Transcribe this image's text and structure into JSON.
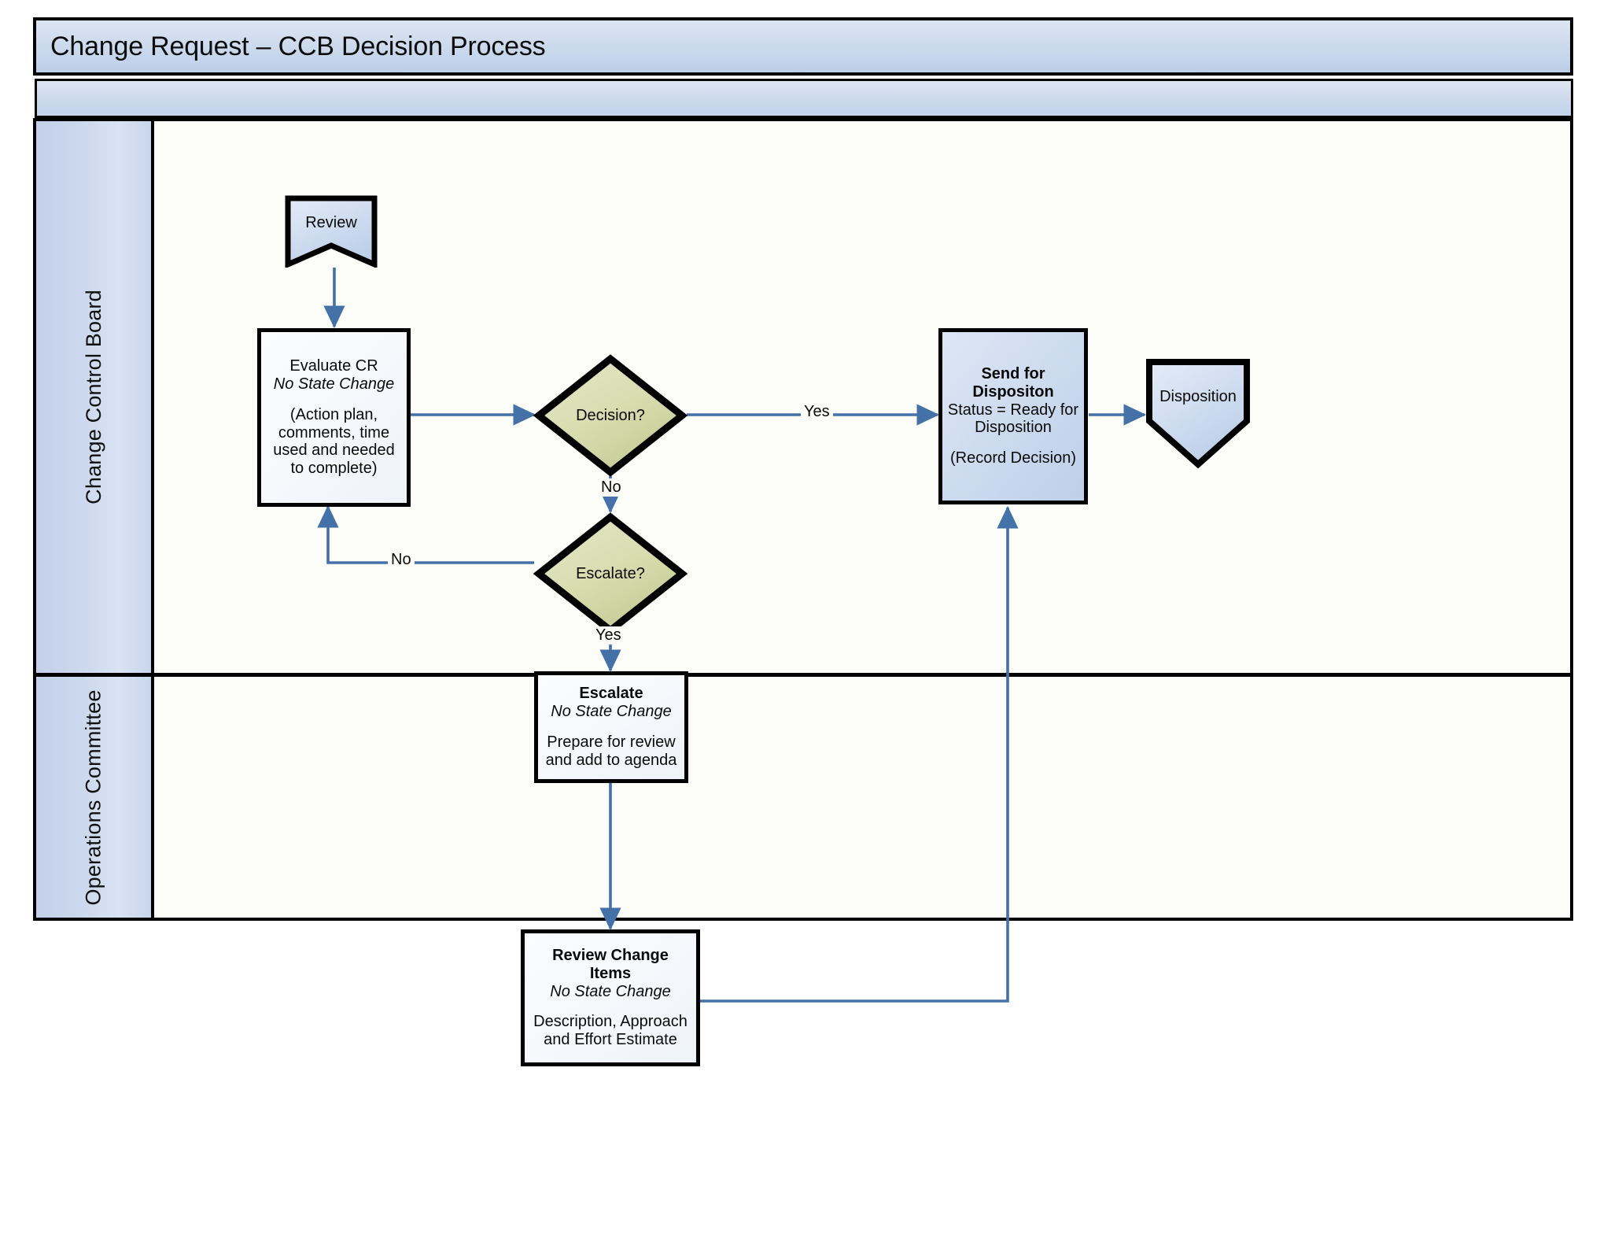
{
  "diagram": {
    "title": "Change Request – CCB Decision Process",
    "subheader": "",
    "accent_color": "#4472a8",
    "decision_fill": "#d9dfb4",
    "process_fill": "#f7f9fc",
    "shaded_fill": "#c9d8ee",
    "lane_header_fill": "#cbd7ec",
    "border_color": "#000000"
  },
  "lanes": [
    {
      "id": "lane-change-control-board",
      "label": "Change Control Board"
    },
    {
      "id": "lane-operations-committee",
      "label": "Operations Committee"
    }
  ],
  "nodes": {
    "review_start": {
      "type": "banner",
      "label": "Review"
    },
    "evaluate_cr": {
      "type": "process",
      "lines": [
        {
          "text": "Evaluate CR",
          "style": "normal"
        },
        {
          "text": "No State Change",
          "style": "italic"
        },
        {
          "text": "",
          "style": "gap"
        },
        {
          "text": "(Action plan,",
          "style": "normal"
        },
        {
          "text": "comments, time",
          "style": "normal"
        },
        {
          "text": "used and needed",
          "style": "normal"
        },
        {
          "text": "to complete)",
          "style": "normal"
        }
      ]
    },
    "decision": {
      "type": "diamond",
      "label": "Decision?"
    },
    "escalate_decision": {
      "type": "diamond",
      "label": "Escalate?"
    },
    "escalate_task": {
      "type": "process",
      "lines": [
        {
          "text": "Escalate",
          "style": "bold"
        },
        {
          "text": "No State Change",
          "style": "italic"
        },
        {
          "text": "",
          "style": "gap"
        },
        {
          "text": "Prepare for review",
          "style": "normal"
        },
        {
          "text": "and add to agenda",
          "style": "normal"
        }
      ]
    },
    "send_for_disposition": {
      "type": "process-shaded",
      "lines": [
        {
          "text": "Send for",
          "style": "bold"
        },
        {
          "text": "Dispositon",
          "style": "bold"
        },
        {
          "text": "Status = Ready for",
          "style": "normal"
        },
        {
          "text": "Disposition",
          "style": "normal"
        },
        {
          "text": "",
          "style": "gap"
        },
        {
          "text": "(Record Decision)",
          "style": "normal"
        }
      ]
    },
    "disposition_end": {
      "type": "pentagon",
      "label": "Disposition"
    },
    "review_change_items": {
      "type": "process",
      "lines": [
        {
          "text": "Review Change",
          "style": "bold"
        },
        {
          "text": "Items",
          "style": "bold"
        },
        {
          "text": "No State Change",
          "style": "italic"
        },
        {
          "text": "",
          "style": "gap"
        },
        {
          "text": "Description, Approach",
          "style": "normal"
        },
        {
          "text": "and Effort Estimate",
          "style": "normal"
        }
      ]
    }
  },
  "edge_labels": {
    "decision_yes": "Yes",
    "decision_no": "No",
    "escalate_no": "No",
    "escalate_yes": "Yes"
  },
  "edges": [
    {
      "from": "review_start",
      "to": "evaluate_cr",
      "label": ""
    },
    {
      "from": "evaluate_cr",
      "to": "decision",
      "label": ""
    },
    {
      "from": "decision",
      "to": "send_for_disposition",
      "label": "Yes"
    },
    {
      "from": "decision",
      "to": "escalate_decision",
      "label": "No"
    },
    {
      "from": "escalate_decision",
      "to": "evaluate_cr",
      "label": "No"
    },
    {
      "from": "escalate_decision",
      "to": "escalate_task",
      "label": "Yes"
    },
    {
      "from": "escalate_task",
      "to": "review_change_items",
      "label": ""
    },
    {
      "from": "review_change_items",
      "to": "send_for_disposition",
      "label": ""
    },
    {
      "from": "send_for_disposition",
      "to": "disposition_end",
      "label": ""
    }
  ]
}
